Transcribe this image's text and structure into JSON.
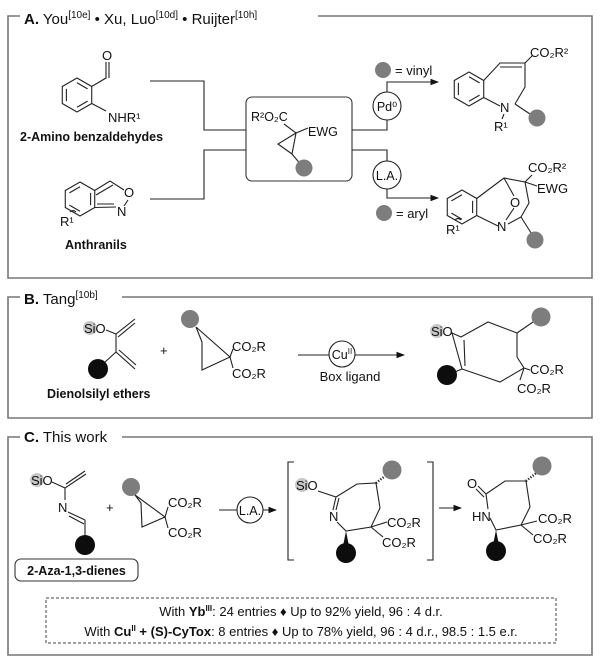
{
  "panel_a": {
    "letter": "A.",
    "authors": [
      {
        "name": " You",
        "ref": "[10e]"
      },
      {
        "name": " • Xu, Luo",
        "ref": "[10d]"
      },
      {
        "name": " • Ruijter",
        "ref": "[10h]"
      }
    ],
    "reactant1": {
      "aldehyde_o": "O",
      "amine": "NHR¹",
      "label": "2-Amino benzaldehydes"
    },
    "reactant2": {
      "o": "O",
      "n": "N",
      "r": "R¹",
      "label": "Anthranils"
    },
    "cyclopropane": {
      "ester": "R²O₂C",
      "ewg": "EWG"
    },
    "top_route": {
      "catalyst": "Pd⁰",
      "legend": "= vinyl"
    },
    "bottom_route": {
      "catalyst": "L.A.",
      "legend": "= aryl"
    },
    "product1": {
      "ester": "CO₂R²",
      "n": "N",
      "r": "R¹"
    },
    "product2": {
      "ester": "CO₂R²",
      "ewg": "EWG",
      "o": "O",
      "n": "N",
      "r": "R¹"
    }
  },
  "panel_b": {
    "letter": "B.",
    "author": " Tang",
    "ref": "[10b]",
    "reactant1": {
      "silyl": "SiO",
      "label": "Dienolsilyl ethers"
    },
    "plus": "+",
    "cyclopropane": {
      "ester1": "CO₂R",
      "ester2": "CO₂R"
    },
    "catalyst": "Cu",
    "catalyst_sup": "II",
    "ligand": "Box ligand",
    "product": {
      "silyl": "SiO",
      "ester1": "CO₂R",
      "ester2": "CO₂R"
    }
  },
  "panel_c": {
    "letter": "C.",
    "title": " This work",
    "reactant1": {
      "silyl": "SiO",
      "n": "N",
      "label": "2-Aza-1,3-dienes"
    },
    "plus": "+",
    "cyclopropane": {
      "ester1": "CO₂R",
      "ester2": "CO₂R"
    },
    "catalyst": "L.A.",
    "intermediate": {
      "silyl": "SiO",
      "n": "N",
      "ester1": "CO₂R",
      "ester2": "CO₂R"
    },
    "product": {
      "o": "O",
      "nh": "HN",
      "ester1": "CO₂R",
      "ester2": "CO₂R"
    },
    "summary": {
      "line1": {
        "pre": "With ",
        "metal": "Yb",
        "sup": "III",
        "rest": ": 24 entries ♦ Up to 92% yield, 96 : 4 d.r."
      },
      "line2": {
        "pre": "With ",
        "metal": "Cu",
        "sup": "II",
        "ligand": " + (S)-CyTox",
        "rest": ": 8 entries ♦ Up to 78% yield, 96 : 4 d.r., 98.5 : 1.5 e.r."
      }
    }
  },
  "colors": {
    "substituent_gray": "#7d7d7d",
    "substituent_black": "#0d0d0d",
    "frame": "#777777"
  }
}
